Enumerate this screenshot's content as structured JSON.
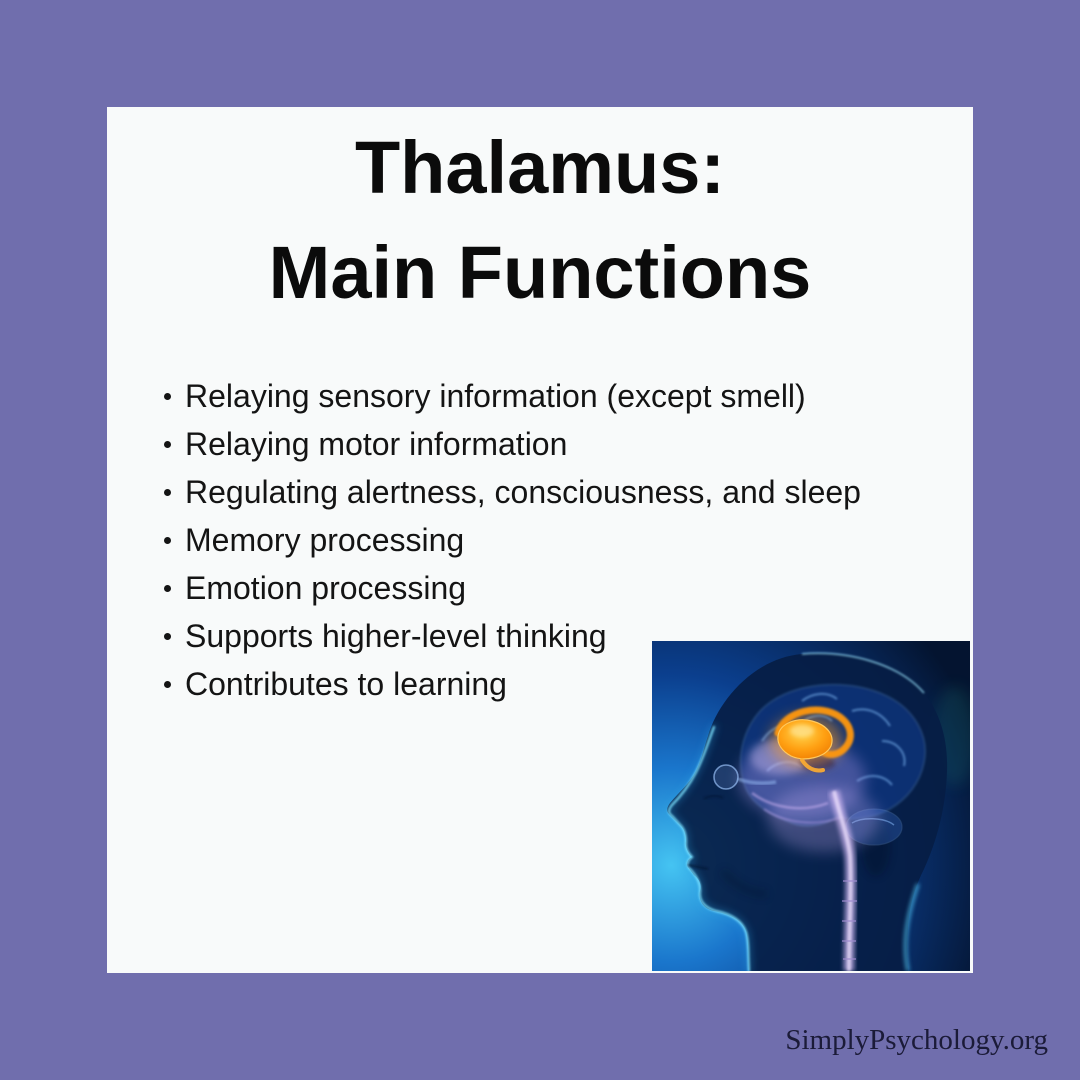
{
  "colors": {
    "background": "#706ead",
    "card": "#f8fafa",
    "title_text": "#0b0b0b",
    "body_text": "#141414",
    "footer_text": "#1b1b38",
    "thalamus_orange": "#ff9d1e"
  },
  "card": {
    "title_line1": "Thalamus:",
    "title_line2": "Main Functions",
    "bullets": [
      "Relaying sensory information (except smell)",
      "Relaying motor information",
      "Regulating alertness, consciousness, and sleep",
      "Memory processing",
      "Emotion processing",
      "Supports higher-level thinking",
      "Contributes to learning"
    ]
  },
  "image": {
    "name": "thalamus-brain-illustration"
  },
  "footer": {
    "credit": "SimplyPsychology.org"
  }
}
